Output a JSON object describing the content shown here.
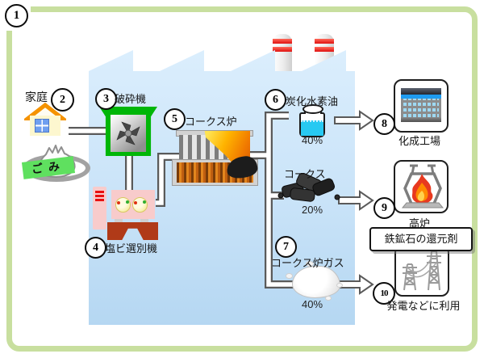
{
  "diagram": {
    "numbers": {
      "n1": "1",
      "n2": "2",
      "n3": "3",
      "n4": "4",
      "n5": "5",
      "n6": "6",
      "n7": "7",
      "n8": "8",
      "n9": "9",
      "n10": "10"
    },
    "source": {
      "label": "家庭",
      "garbage_label": "ごみ"
    },
    "machines": {
      "crusher": "破砕機",
      "pvc_sorter": "塩ビ選別機",
      "coke_oven": "コークス炉"
    },
    "products": {
      "oil": {
        "label": "炭化水素油",
        "share": "40%"
      },
      "coke": {
        "label": "コークス",
        "share": "20%"
      },
      "gas": {
        "label": "コークス炉ガス",
        "share": "40%"
      }
    },
    "destinations": {
      "chemical_plant": "化成工場",
      "blast_furnace": "高炉",
      "blast_furnace_note": "鉄鉱石の還元剤",
      "power": "発電などに利用"
    },
    "icons": {
      "house": "house-icon",
      "garbage": "garbage-bag-icon",
      "crusher": "shredder-fan-icon",
      "sorter": "sorting-machine-icon",
      "oven": "coke-oven-icon",
      "jar": "oil-jar-icon",
      "coke": "coke-lumps-icon",
      "gas": "gas-cloud-icon",
      "chemical_plant": "factory-building-icon",
      "blast_furnace": "blast-furnace-icon",
      "power": "transmission-tower-icon"
    },
    "colors": {
      "frame_green": "#c8df9f",
      "factory_blue": "#c9e3f8",
      "crusher_green": "#00b608",
      "sorter_pink": "#f8cbcb",
      "flame_orange": "#ffb400",
      "liquid_cyan": "#27c9f2",
      "chimney_red": "#e01010",
      "label_green": "#5fe05f",
      "window_blue": "#9ed9f2"
    }
  }
}
